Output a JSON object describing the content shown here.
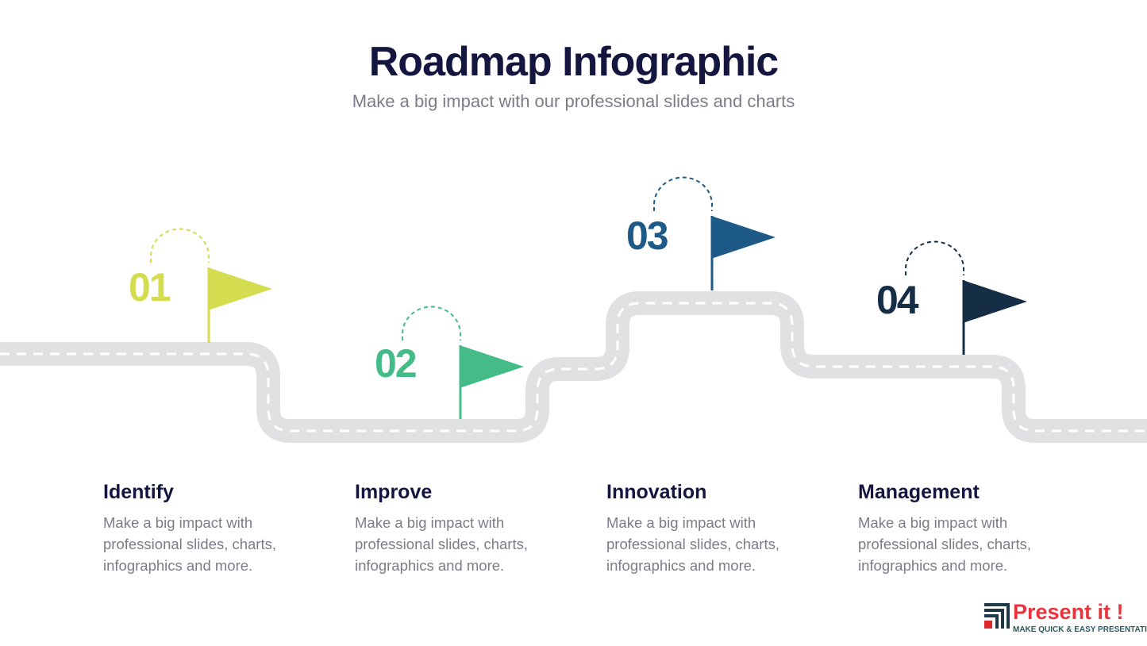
{
  "header": {
    "title": "Roadmap Infographic",
    "subtitle": "Make a big impact with our professional slides and charts"
  },
  "milestones": [
    {
      "number": "01",
      "color": "#d4dc50",
      "title": "Identify",
      "description": "Make a big impact with professional slides, charts, infographics and more."
    },
    {
      "number": "02",
      "color": "#45bc87",
      "title": "Improve",
      "description": "Make a big impact with professional slides, charts, infographics and more."
    },
    {
      "number": "03",
      "color": "#1e5a87",
      "title": "Innovation",
      "description": "Make a big impact with professional slides, charts, infographics and more."
    },
    {
      "number": "04",
      "color": "#152d45",
      "title": "Management",
      "description": "Make a big impact with professional slides, charts, infographics and more."
    }
  ],
  "logo": {
    "brand": "Present it !",
    "tagline": "MAKE QUICK & EASY PRESENTATIONS"
  }
}
